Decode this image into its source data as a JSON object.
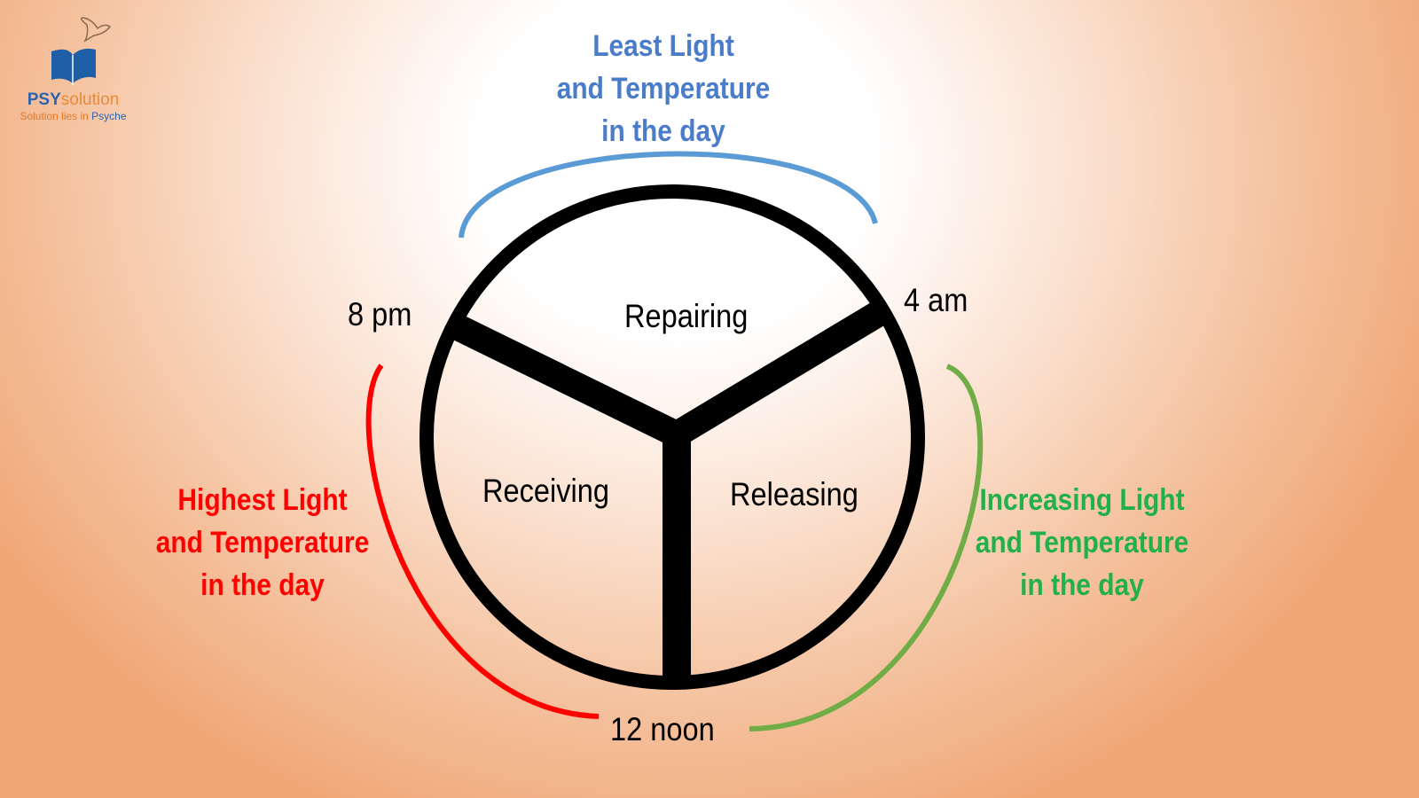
{
  "logo": {
    "brand_psy": "PSY",
    "brand_rest": "solution",
    "tagline_a": "Solution lies in ",
    "tagline_b": "Psyche"
  },
  "phases": {
    "top": "Repairing",
    "left": "Receiving",
    "right": "Releasing"
  },
  "times": {
    "t8pm": "8 pm",
    "t4am": "4 am",
    "t12": "12 noon"
  },
  "notes": {
    "least": [
      "Least Light",
      "and Temperature",
      "in the day"
    ],
    "highest": [
      "Highest Light",
      "and Temperature",
      "in the day"
    ],
    "increasing": [
      "Increasing Light",
      "and Temperature",
      "in the day"
    ]
  },
  "colors": {
    "least": "#4a7cc9",
    "highest": "#ff0000",
    "increasing": "#22b04a"
  }
}
